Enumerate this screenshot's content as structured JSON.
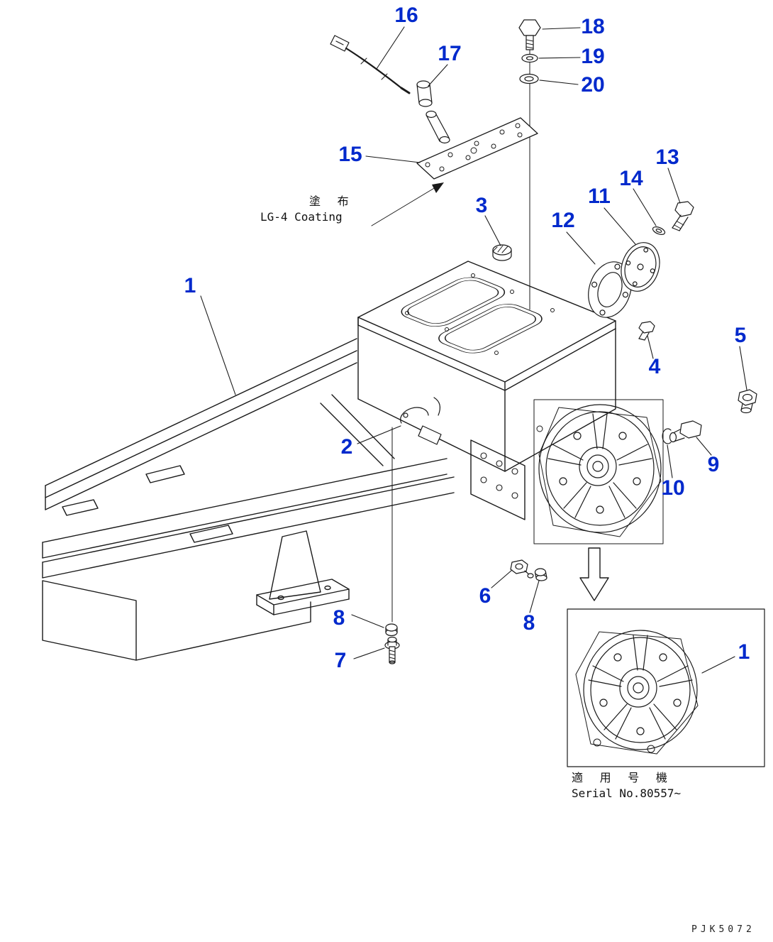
{
  "colors": {
    "background": "#ffffff",
    "line": "#1a1a1a",
    "callout": "#0029cc"
  },
  "notes": {
    "coating_jp": "塗 布",
    "coating_en": "LG-4 Coating",
    "applicable_jp": "適 用 号 機",
    "serial": "Serial No.80557~",
    "drawing_code": "PJK5072"
  },
  "callouts": [
    {
      "label": "1"
    },
    {
      "label": "2"
    },
    {
      "label": "3"
    },
    {
      "label": "4"
    },
    {
      "label": "5"
    },
    {
      "label": "6"
    },
    {
      "label": "7"
    },
    {
      "label": "8"
    },
    {
      "label": "8"
    },
    {
      "label": "9"
    },
    {
      "label": "10"
    },
    {
      "label": "11"
    },
    {
      "label": "12"
    },
    {
      "label": "13"
    },
    {
      "label": "14"
    },
    {
      "label": "15"
    },
    {
      "label": "16"
    },
    {
      "label": "17"
    },
    {
      "label": "18"
    },
    {
      "label": "19"
    },
    {
      "label": "20"
    },
    {
      "label": "1"
    }
  ]
}
